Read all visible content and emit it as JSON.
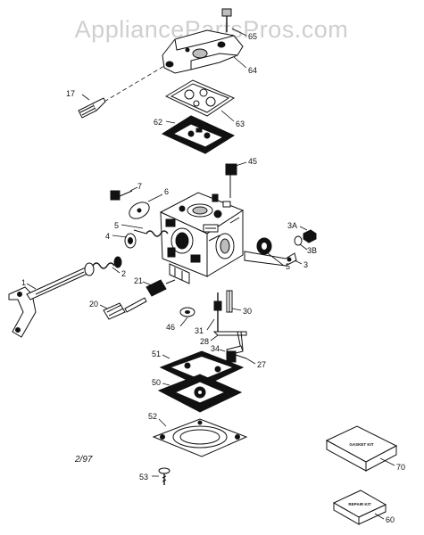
{
  "watermark": "AppliancePartsPros.com",
  "date_code": "2/97",
  "kits": {
    "gasket_label": "GASKET KIT",
    "repair_label": "REPAIR KIT"
  },
  "callouts": {
    "p65": "65",
    "p64": "64",
    "p17": "17",
    "p63": "63",
    "p62": "62",
    "p45": "45",
    "p7": "7",
    "p6": "6",
    "p5a": "5",
    "p5b": "5",
    "p4": "4",
    "p3a": "3A",
    "p3b": "3B",
    "p3": "3",
    "p1": "1",
    "p2": "2",
    "p21": "21",
    "p20": "20",
    "p46": "46",
    "p31": "31",
    "p30": "30",
    "p28": "28",
    "p34": "34",
    "p27": "27",
    "p51": "51",
    "p50": "50",
    "p52": "52",
    "p53": "53",
    "p70": "70",
    "p60": "60"
  }
}
